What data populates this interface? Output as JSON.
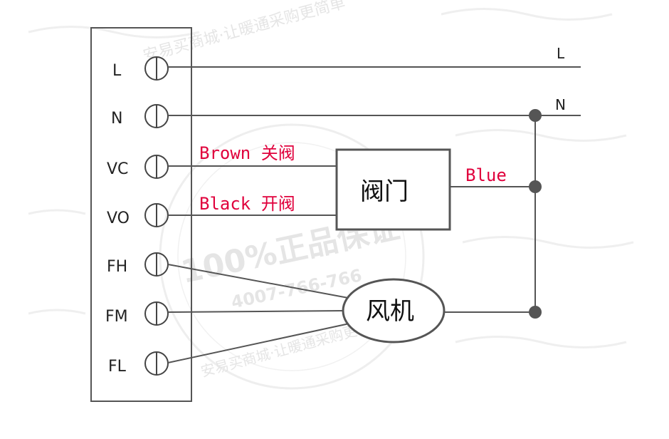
{
  "terminals": [
    {
      "label": "L"
    },
    {
      "label": "N"
    },
    {
      "label": "VC"
    },
    {
      "label": "VO"
    },
    {
      "label": "FH"
    },
    {
      "label": "FM"
    },
    {
      "label": "FL"
    }
  ],
  "lines": {
    "l_label": "L",
    "n_label": "N"
  },
  "valve": {
    "label": "阀门"
  },
  "fan": {
    "label": "风机"
  },
  "wire_labels": {
    "vc": "Brown 关阀",
    "vo": "Black 开阀",
    "blue": "Blue"
  },
  "watermark": {
    "top_arc": "安易买商城·让暖通采购更简单",
    "middle": "100%正品保证",
    "phone": "4007-766-766",
    "bottom_arc": "安易买商城·让暖通采购更简单"
  },
  "colors": {
    "wire": "#555555",
    "label_red": "#e0003c",
    "watermark": "#cfcfcf"
  }
}
